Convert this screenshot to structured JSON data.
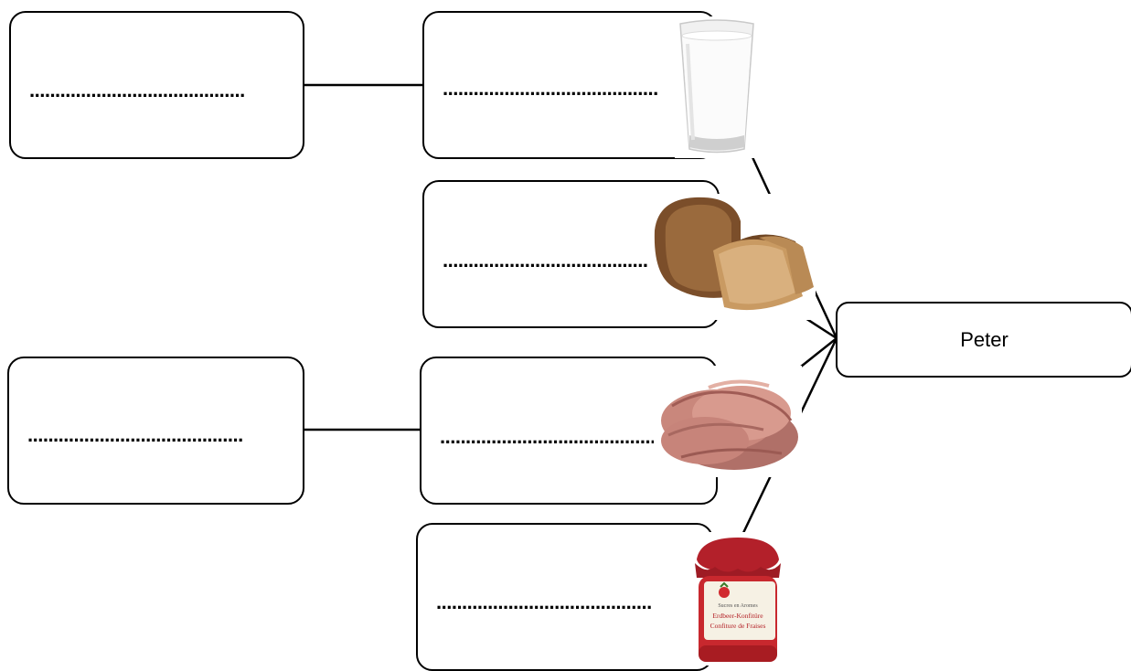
{
  "root": {
    "label": "Peter"
  },
  "blank": "..........................................",
  "boxes": {
    "left_top": "..........................................",
    "left_middle": "..........................................",
    "milk": "..........................................",
    "bread": "..........................................",
    "ham": "..........................................",
    "jam": ".........................................."
  },
  "images": [
    "milk-glass",
    "bread-loaf",
    "sliced-ham",
    "strawberry-jam-jar"
  ],
  "jam_label": {
    "line1": "Sucres en Aromes",
    "line2": "Erdbeer-Konfitüre",
    "line3": "Confiture de Fraises"
  }
}
